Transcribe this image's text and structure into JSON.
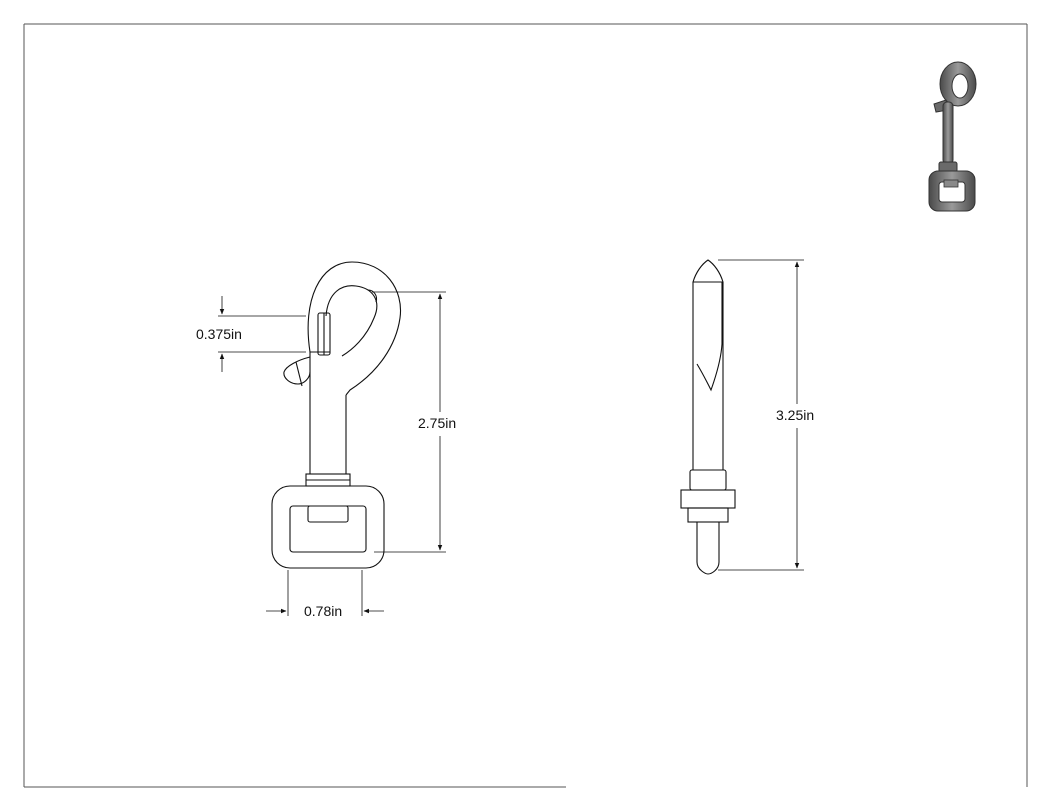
{
  "drawing": {
    "dimensions": {
      "gate_opening": "0.375in",
      "front_height": "2.75in",
      "swivel_width": "0.78in",
      "side_height": "3.25in"
    },
    "colors": {
      "line": "#111111",
      "border": "#555555",
      "thumbnail_dark": "#4a4a4a",
      "thumbnail_light": "#9a9a9a",
      "background": "#ffffff"
    }
  }
}
